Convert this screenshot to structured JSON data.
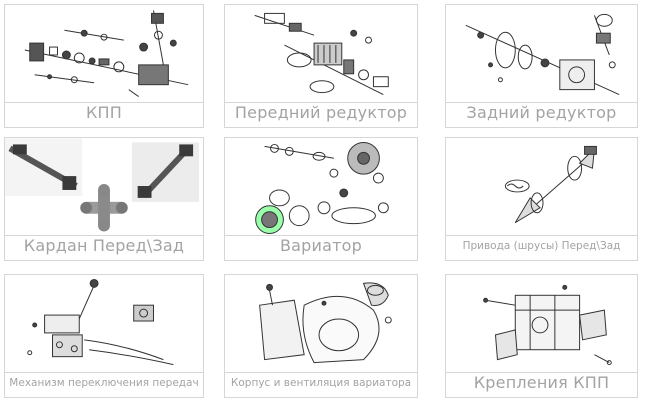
{
  "categories": [
    {
      "label": "КПП",
      "image": "gearbox-exploded-diagram"
    },
    {
      "label": "Передний редуктор",
      "image": "front-gearbox-exploded-diagram"
    },
    {
      "label": "Задний редуктор",
      "image": "rear-gearbox-exploded-diagram"
    },
    {
      "label": "Кардан Перед\\Зад",
      "image": "driveshaft-photo"
    },
    {
      "label": "Вариатор",
      "image": "variator-parts-diagram"
    },
    {
      "label": "Привода (шрусы) Перед\\Зад",
      "image": "cv-axle-diagram"
    },
    {
      "label": "Механизм переключения передач",
      "image": "shift-mechanism-diagram"
    },
    {
      "label": "Корпус и вентиляция вариатора",
      "image": "variator-housing-diagram"
    },
    {
      "label": "Крепления КПП",
      "image": "gearbox-mounts-diagram"
    }
  ]
}
